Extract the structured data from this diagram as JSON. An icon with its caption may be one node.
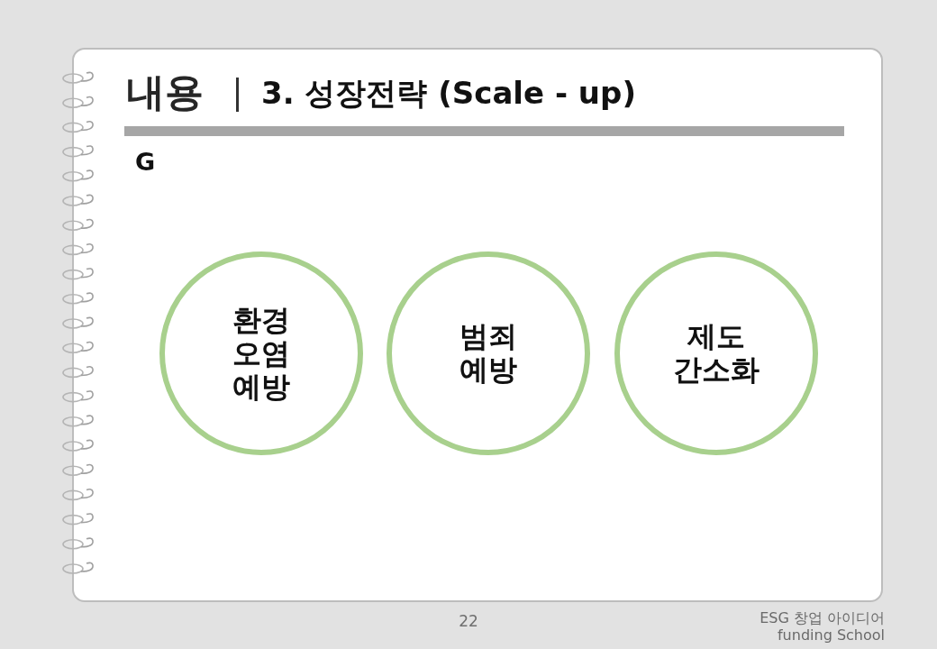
{
  "diagram": {
    "title": "3. 성장전략 (Scale - up)",
    "nodes": [
      {
        "text": [
          "환경 오염 예방"
        ]
      },
      {
        "text": [
          "범죄 예방"
        ]
      },
      {
        "text": [
          "제도 간소화"
        ]
      }
    ],
    "labels": [
      "내용",
      "G",
      "22",
      "ESG 창업 아이디어 funding School"
    ]
  }
}
